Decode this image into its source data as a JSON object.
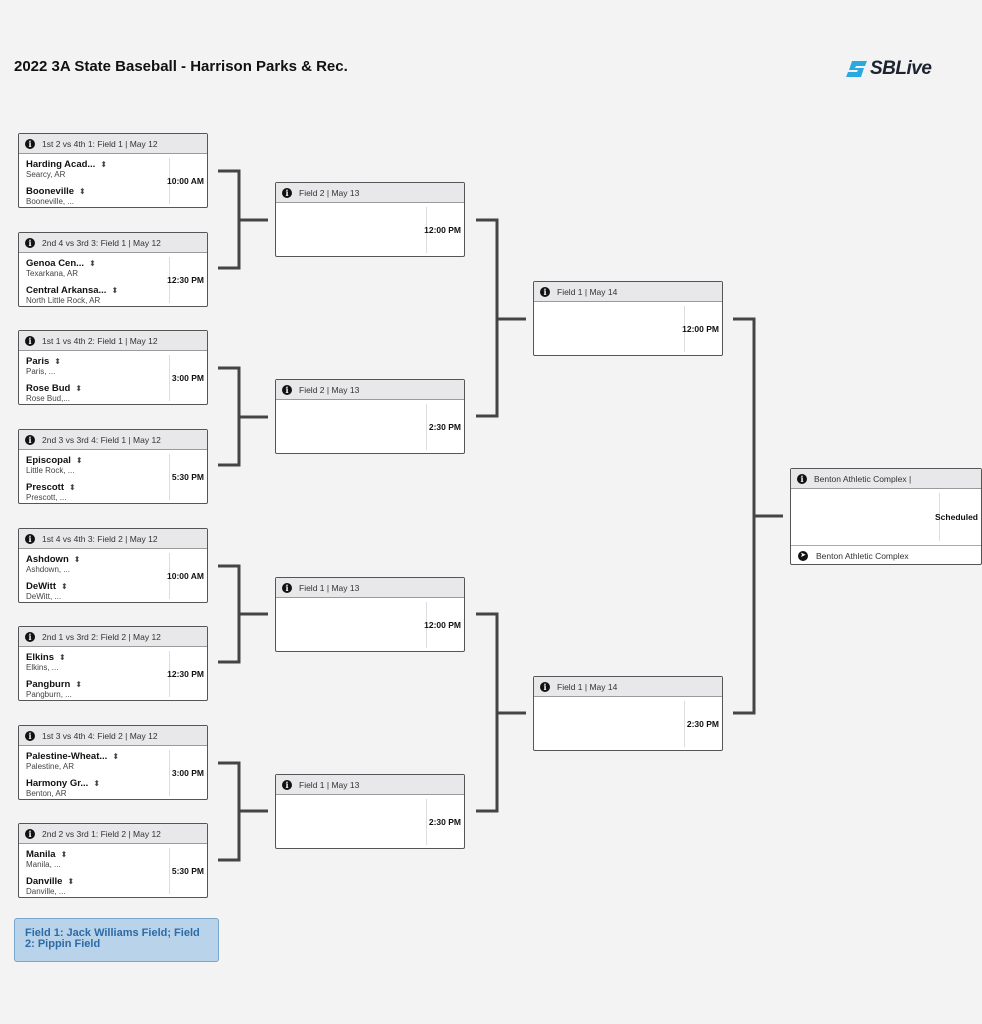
{
  "title": "2022 3A State Baseball - Harrison Parks & Rec.",
  "brand": {
    "name": "SBLive",
    "accent": "#2aa9e0"
  },
  "sort_glyph": "⬍",
  "round1": [
    {
      "header": "1st 2 vs 4th 1: Field 1  |  May 12",
      "time": "10:00 AM",
      "team1": {
        "name": "Harding Acad...",
        "loc": "Searcy, AR"
      },
      "team2": {
        "name": "Booneville",
        "loc": "Booneville, ..."
      }
    },
    {
      "header": "2nd 4 vs 3rd 3: Field 1  |  May 12",
      "time": "12:30 PM",
      "team1": {
        "name": "Genoa Cen...",
        "loc": "Texarkana, AR"
      },
      "team2": {
        "name": "Central Arkansa...",
        "loc": "North Little Rock, AR"
      }
    },
    {
      "header": "1st 1 vs 4th 2: Field 1  |  May 12",
      "time": "3:00 PM",
      "team1": {
        "name": "Paris",
        "loc": "Paris, ..."
      },
      "team2": {
        "name": "Rose Bud",
        "loc": "Rose Bud,..."
      }
    },
    {
      "header": "2nd 3 vs 3rd 4: Field 1  |  May 12",
      "time": "5:30 PM",
      "team1": {
        "name": "Episcopal",
        "loc": "Little Rock, ..."
      },
      "team2": {
        "name": "Prescott",
        "loc": "Prescott, ..."
      }
    },
    {
      "header": "1st 4 vs 4th 3: Field 2  |  May 12",
      "time": "10:00 AM",
      "team1": {
        "name": "Ashdown",
        "loc": "Ashdown, ..."
      },
      "team2": {
        "name": "DeWitt",
        "loc": "DeWitt, ..."
      }
    },
    {
      "header": "2nd 1 vs 3rd 2: Field 2  |  May 12",
      "time": "12:30 PM",
      "team1": {
        "name": "Elkins",
        "loc": "Elkins, ..."
      },
      "team2": {
        "name": "Pangburn",
        "loc": "Pangburn, ..."
      }
    },
    {
      "header": "1st 3 vs 4th 4: Field 2  |  May 12",
      "time": "3:00 PM",
      "team1": {
        "name": "Palestine-Wheat...",
        "loc": "Palestine, AR"
      },
      "team2": {
        "name": "Harmony Gr...",
        "loc": "Benton, AR"
      }
    },
    {
      "header": "2nd 2 vs 3rd 1: Field 2  |  May 12",
      "time": "5:30 PM",
      "team1": {
        "name": "Manila",
        "loc": "Manila, ..."
      },
      "team2": {
        "name": "Danville",
        "loc": "Danville, ..."
      }
    }
  ],
  "round2": [
    {
      "header": "Field 2  |  May 13",
      "time": "12:00 PM"
    },
    {
      "header": "Field 2  |  May 13",
      "time": "2:30 PM"
    },
    {
      "header": "Field 1  |  May 13",
      "time": "12:00 PM"
    },
    {
      "header": "Field 1  |  May 13",
      "time": "2:30 PM"
    }
  ],
  "round3": [
    {
      "header": "Field 1  |  May 14",
      "time": "12:00 PM"
    },
    {
      "header": "Field 1  |  May 14",
      "time": "2:30 PM"
    }
  ],
  "final": {
    "header": "Benton Athletic Complex  |",
    "status": "Scheduled",
    "venue": "Benton Athletic Complex"
  },
  "legend": "Field 1: Jack Williams Field; Field 2: Pippin Field"
}
